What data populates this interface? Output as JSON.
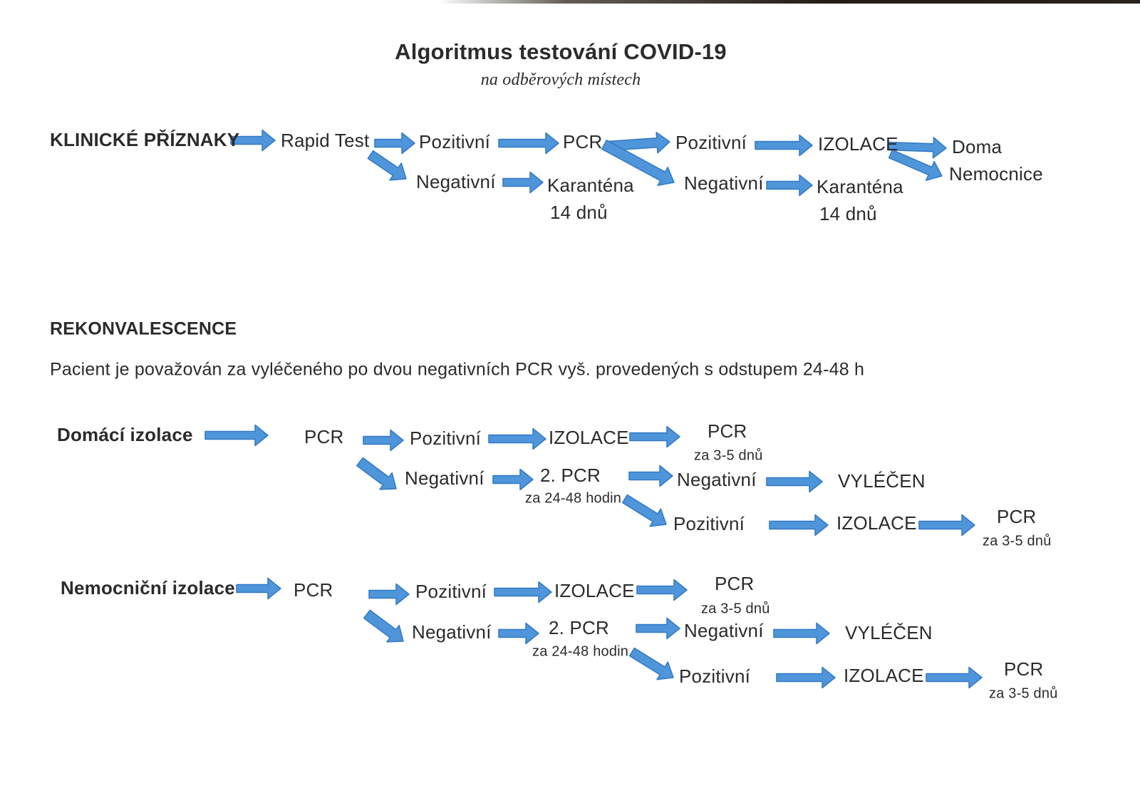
{
  "title": "Algoritmus testování COVID-19",
  "subtitle": "na odběrových místech",
  "colors": {
    "arrow_fill": "#4e95da",
    "arrow_stroke": "#3279c5",
    "text": "#2b2b2b"
  },
  "s1": {
    "heading": "KLINICKÉ PŘÍZNAKY",
    "nodes": {
      "rapid_test": "Rapid Test",
      "pozitivni_1": "Pozitivní",
      "pcr": "PCR",
      "pozitivni_2": "Pozitivní",
      "izolace": "IZOLACE",
      "doma": "Doma",
      "nemocnice": "Nemocnice",
      "negativni_1": "Negativní",
      "karantena_1": "Karanténa",
      "karantena_1_dur": "14 dnů",
      "negativni_2": "Negativní",
      "karantena_2": "Karanténa",
      "karantena_2_dur": "14 dnů"
    },
    "edges": [
      [
        "klinicke_priznaky",
        "rapid_test"
      ],
      [
        "rapid_test",
        "pozitivni_1"
      ],
      [
        "pozitivni_1",
        "pcr"
      ],
      [
        "rapid_test",
        "negativni_1"
      ],
      [
        "negativni_1",
        "karantena_1"
      ],
      [
        "pcr",
        "pozitivni_2"
      ],
      [
        "pcr",
        "negativni_2"
      ],
      [
        "pozitivni_2",
        "izolace"
      ],
      [
        "negativni_2",
        "karantena_2"
      ],
      [
        "izolace",
        "doma"
      ],
      [
        "izolace",
        "nemocnice"
      ]
    ]
  },
  "s2": {
    "heading": "REKONVALESCENCE",
    "description": "Pacient je považován za vyléčeného po dvou negativních PCR vyš. provedených s odstupem 24-48 h",
    "home": {
      "heading": "Domácí izolace",
      "nodes": {
        "pcr": "PCR",
        "pozitivni": "Pozitivní",
        "izolace_1": "IZOLACE",
        "pcr_followup": "PCR",
        "pcr_followup_note": "za 3-5 dnů",
        "negativni": "Negativní",
        "pcr_2": "2. PCR",
        "pcr_2_note": "za 24-48 hodin",
        "negativni_2": "Negativní",
        "vylecen": "VYLÉČEN",
        "pozitivni_2": "Pozitivní",
        "izolace_2": "IZOLACE",
        "pcr_3": "PCR",
        "pcr_3_note": "za 3-5 dnů"
      },
      "edges": [
        [
          "domaci_izolace",
          "pcr"
        ],
        [
          "pcr",
          "pozitivni"
        ],
        [
          "pozitivni",
          "izolace_1"
        ],
        [
          "izolace_1",
          "pcr_followup"
        ],
        [
          "pcr",
          "negativni"
        ],
        [
          "negativni",
          "pcr_2"
        ],
        [
          "pcr_2",
          "negativni_2"
        ],
        [
          "negativni_2",
          "vylecen"
        ],
        [
          "pcr_2",
          "pozitivni_2"
        ],
        [
          "pozitivni_2",
          "izolace_2"
        ],
        [
          "izolace_2",
          "pcr_3"
        ]
      ]
    },
    "hospital": {
      "heading": "Nemocniční izolace",
      "nodes": {
        "pcr": "PCR",
        "pozitivni": "Pozitivní",
        "izolace_1": "IZOLACE",
        "pcr_followup": "PCR",
        "pcr_followup_note": "za 3-5 dnů",
        "negativni": "Negativní",
        "pcr_2": "2. PCR",
        "pcr_2_note": "za 24-48 hodin",
        "negativni_2": "Negativní",
        "vylecen": "VYLÉČEN",
        "pozitivni_2": "Pozitivní",
        "izolace_2": "IZOLACE",
        "pcr_3": "PCR",
        "pcr_3_note": "za 3-5 dnů"
      },
      "edges": [
        [
          "nemocnicni_izolace",
          "pcr"
        ],
        [
          "pcr",
          "pozitivni"
        ],
        [
          "pozitivni",
          "izolace_1"
        ],
        [
          "izolace_1",
          "pcr_followup"
        ],
        [
          "pcr",
          "negativni"
        ],
        [
          "negativni",
          "pcr_2"
        ],
        [
          "pcr_2",
          "negativni_2"
        ],
        [
          "negativni_2",
          "vylecen"
        ],
        [
          "pcr_2",
          "pozitivni_2"
        ],
        [
          "pozitivni_2",
          "izolace_2"
        ],
        [
          "izolace_2",
          "pcr_3"
        ]
      ]
    }
  }
}
